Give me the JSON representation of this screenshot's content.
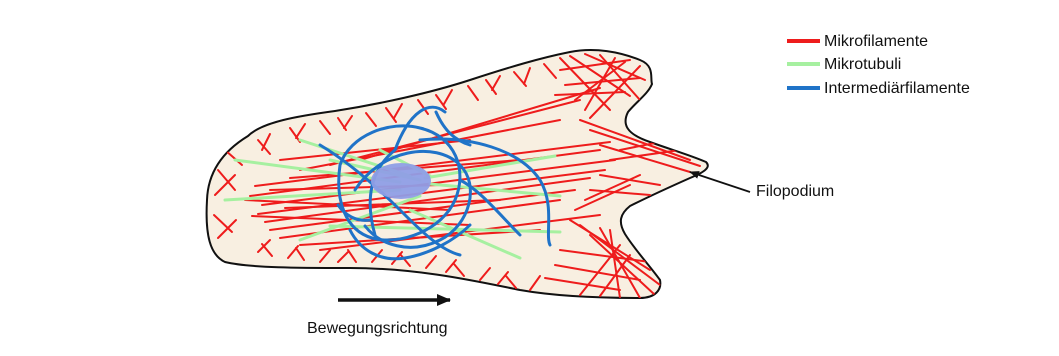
{
  "legend": {
    "items": [
      {
        "label": "Mikrofilamente",
        "color": "#ee1c1c"
      },
      {
        "label": "Mikrotubuli",
        "color": "#a6f0a0"
      },
      {
        "label": "Intermediärfilamente",
        "color": "#1f73c8"
      }
    ]
  },
  "labels": {
    "filopodium": "Filopodium",
    "direction": "Bewegungsrichtung"
  },
  "colors": {
    "cell_fill": "#f8efe1",
    "cell_outline": "#111111",
    "nucleus": "#8f9ee6",
    "microfilament": "#ee1c1c",
    "microtubule": "#a6f0a0",
    "intermediate": "#1f73c8"
  }
}
